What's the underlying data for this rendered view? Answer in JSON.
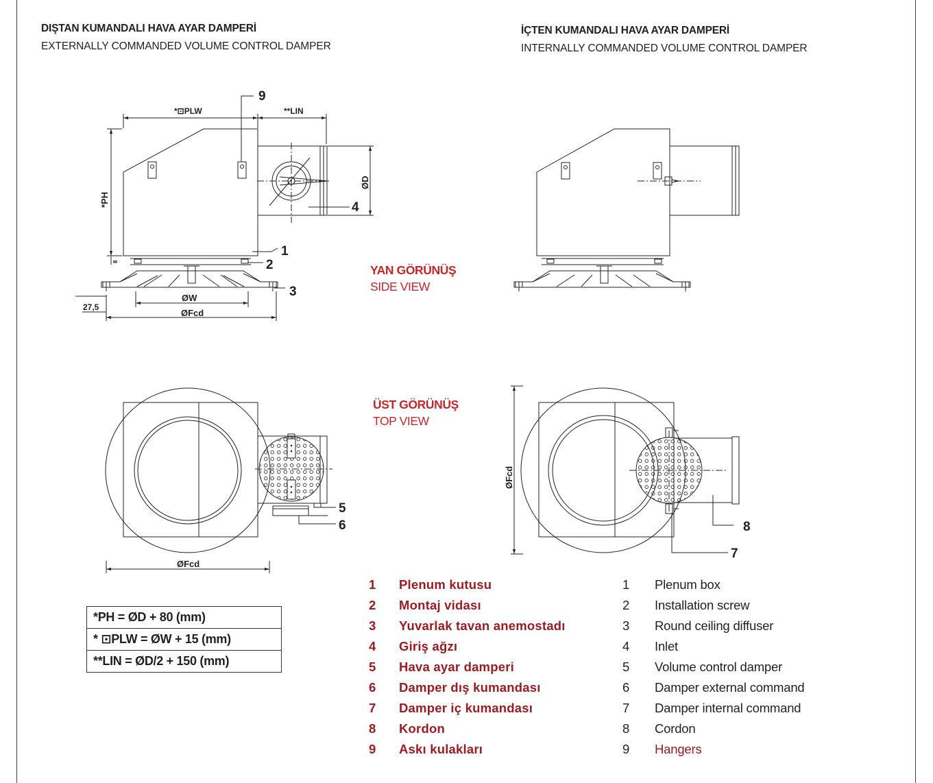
{
  "headers": {
    "left": {
      "tr": "DIŞTAN KUMANDALI HAVA AYAR DAMPERİ",
      "en": "EXTERNALLY COMMANDED VOLUME CONTROL DAMPER"
    },
    "right": {
      "tr": "İÇTEN KUMANDALI HAVA AYAR DAMPERİ",
      "en": "INTERNALLY COMMANDED VOLUME CONTROL DAMPER"
    }
  },
  "views": {
    "side": {
      "tr": "YAN GÖRÜNÜŞ",
      "en": "SIDE VIEW"
    },
    "top": {
      "tr": "ÜST GÖRÜNÜŞ",
      "en": "TOP VIEW"
    }
  },
  "dimensions": {
    "plw": "*⊡PLW",
    "lin": "**LIN",
    "ph": "*PH",
    "od": "ØD",
    "ow": "ØW",
    "ofcd": "ØFcd",
    "offset": "27,5",
    "small": "8"
  },
  "callouts": [
    "1",
    "2",
    "3",
    "4",
    "5",
    "6",
    "7",
    "8",
    "9"
  ],
  "formulas": [
    "*PH = ØD + 80 (mm)",
    "* ⊡PLW = ØW + 15 (mm)",
    "**LIN = ØD/2 + 150 (mm)"
  ],
  "legend_tr": [
    {
      "num": "1",
      "label": "Plenum kutusu"
    },
    {
      "num": "2",
      "label": "Montaj vidası"
    },
    {
      "num": "3",
      "label": "Yuvarlak tavan anemostadı"
    },
    {
      "num": "4",
      "label": "Giriş ağzı"
    },
    {
      "num": "5",
      "label": "Hava ayar damperi"
    },
    {
      "num": "6",
      "label": "Damper dış kumandası"
    },
    {
      "num": "7",
      "label": "Damper iç kumandası"
    },
    {
      "num": "8",
      "label": "Kordon"
    },
    {
      "num": "9",
      "label": "Askı kulakları"
    }
  ],
  "legend_en": [
    {
      "num": "1",
      "label": "Plenum box"
    },
    {
      "num": "2",
      "label": "Installation screw"
    },
    {
      "num": "3",
      "label": "Round ceiling diffuser"
    },
    {
      "num": "4",
      "label": "Inlet"
    },
    {
      "num": "5",
      "label": "Volume control damper"
    },
    {
      "num": "6",
      "label": "Damper external command"
    },
    {
      "num": "7",
      "label": "Damper internal command"
    },
    {
      "num": "8",
      "label": "Cordon"
    },
    {
      "num": "9",
      "label": "Hangers"
    }
  ],
  "colors": {
    "accent": "#c1272d",
    "legend_red": "#9b1c22",
    "line": "#231f20"
  }
}
